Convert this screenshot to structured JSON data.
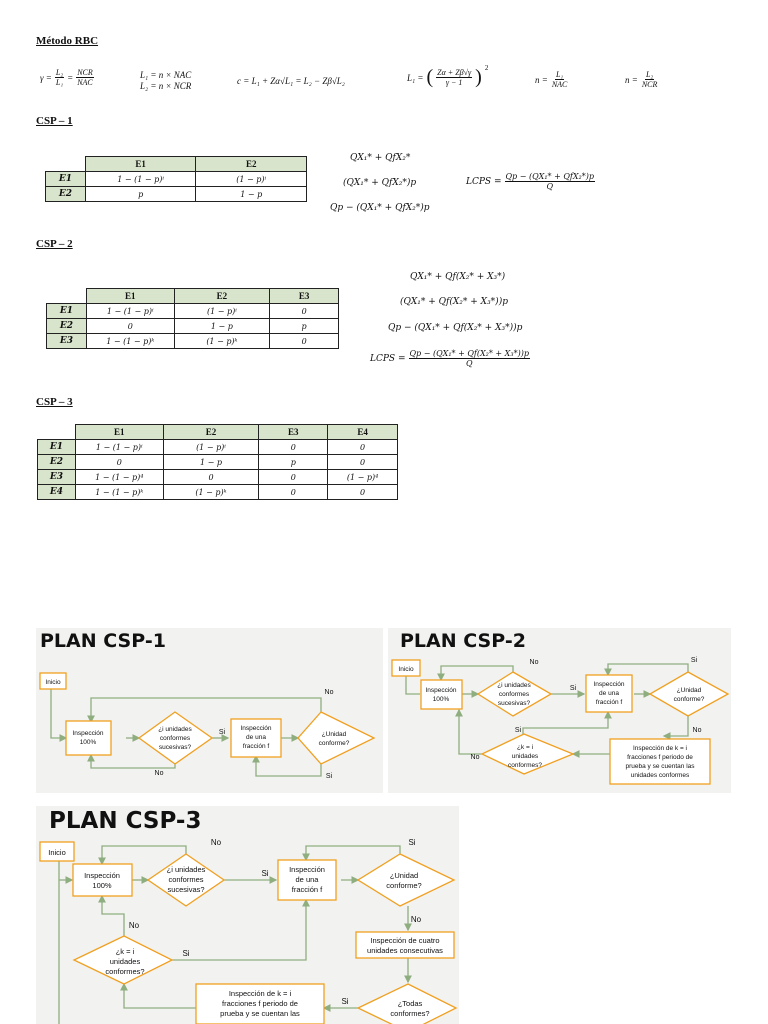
{
  "rbc": {
    "title": "Método RBC",
    "f1_lhs": "γ =",
    "f1_a_num": "L₂",
    "f1_a_den": "L₁",
    "f1_eq": "=",
    "f1_b_num": "NCR",
    "f1_b_den": "NAC",
    "f2_l1": "L₁ = n × NAC",
    "f2_l2": "L₂ = n × NCR",
    "f3": "c = L₁ + Zα√L₁ = L₂ − Zβ√L₂",
    "f4_lhs": "L₁ =",
    "f4_num": "Zα + Zβ√γ",
    "f4_den": "γ − 1",
    "f4_exp": "2",
    "f5_lhs": "n =",
    "f5_num": "L₁",
    "f5_den": "NAC",
    "f6_lhs": "n =",
    "f6_num": "L₂",
    "f6_den": "NCR"
  },
  "csp1": {
    "title": "CSP – 1",
    "cols": [
      "E1",
      "E2"
    ],
    "rows": [
      {
        "h": "E1",
        "c": [
          "1 − (1 − p)ⁱ",
          "(1 − p)ⁱ"
        ]
      },
      {
        "h": "E2",
        "c": [
          "p",
          "1 − p"
        ]
      }
    ],
    "eq1": "QX₁* + QfX₂*",
    "eq2": "(QX₁* + QfX₂*)p",
    "eq3": "Qp − (QX₁* + QfX₂*)p",
    "lcps_lhs": "LCPS =",
    "lcps_num": "Qp − (QX₁* + QfX₂*)p",
    "lcps_den": "Q"
  },
  "csp2": {
    "title": "CSP – 2",
    "cols": [
      "E1",
      "E2",
      "E3"
    ],
    "rows": [
      {
        "h": "E1",
        "c": [
          "1 − (1 − p)ⁱ",
          "(1 − p)ⁱ",
          "0"
        ]
      },
      {
        "h": "E2",
        "c": [
          "0",
          "1 − p",
          "p"
        ]
      },
      {
        "h": "E3",
        "c": [
          "1 − (1 − p)ᵏ",
          "(1 − p)ᵏ",
          "0"
        ]
      }
    ],
    "eq1": "QX₁* + Qf(X₂* + X₃*)",
    "eq2": "(QX₁* + Qf(X₂* + X₃*))p",
    "eq3": "Qp − (QX₁* + Qf(X₂* + X₃*))p",
    "lcps_lhs": "LCPS =",
    "lcps_num": "Qp − (QX₁* + Qf(X₂* + X₃*))p",
    "lcps_den": "Q"
  },
  "csp3": {
    "title": "CSP – 3",
    "cols": [
      "E1",
      "E2",
      "E3",
      "E4"
    ],
    "rows": [
      {
        "h": "E1",
        "c": [
          "1 − (1 − p)ⁱ",
          "(1 − p)ⁱ",
          "0",
          "0"
        ]
      },
      {
        "h": "E2",
        "c": [
          "0",
          "1 − p",
          "p",
          "0"
        ]
      },
      {
        "h": "E3",
        "c": [
          "1 − (1 − p)⁴",
          "0",
          "0",
          "(1 − p)⁴"
        ]
      },
      {
        "h": "E4",
        "c": [
          "1 − (1 − p)ᵏ",
          "(1 − p)ᵏ",
          "0",
          "0"
        ]
      }
    ]
  },
  "plan1": {
    "title": "PLAN CSP-1",
    "inicio": "Inicio",
    "insp100": [
      "Inspección",
      "100%"
    ],
    "dec1": [
      "¿i unidades",
      "conformes",
      "sucesivas?"
    ],
    "inspf": [
      "Inspección",
      "de una",
      "fracción f"
    ],
    "dec2": [
      "¿Unidad",
      "conforme?"
    ],
    "no_top": "No",
    "si_mid": "Si",
    "no_bottom": "No",
    "si_bottom": "Si"
  },
  "plan2": {
    "title": "PLAN CSP-2",
    "inicio": "Inicio",
    "insp100": [
      "Inspección",
      "100%"
    ],
    "dec1": [
      "¿i unidades",
      "conformes",
      "sucesivas?"
    ],
    "inspf": [
      "Inspección",
      "de una",
      "fracción f"
    ],
    "dec2": [
      "¿Unidad",
      "conforme?"
    ],
    "dec3": [
      "¿k = i",
      "unidades",
      "conformes?"
    ],
    "inspk": [
      "Inspección de k = i",
      "fracciones f periodo de",
      "prueba y se cuentan las",
      "unidades conformes"
    ],
    "no_top": "No",
    "si_top": "Si",
    "si_mid": "Si",
    "no_right": "No",
    "si_low": "Si",
    "no_low": "No"
  },
  "plan3": {
    "title": "PLAN CSP-3",
    "inicio": "Inicio",
    "insp100": [
      "Inspección",
      "100%"
    ],
    "dec1": [
      "¿i unidades",
      "conformes",
      "sucesivas?"
    ],
    "inspf": [
      "Inspección",
      "de una",
      "fracción f"
    ],
    "dec2": [
      "¿Unidad",
      "conforme?"
    ],
    "insp4": [
      "Inspección de cuatro",
      "unidades consecutivas"
    ],
    "dec3": [
      "¿k = i",
      "unidades",
      "conformes?"
    ],
    "inspk": [
      "Inspección de k = i",
      "fracciones f periodo de",
      "prueba y se cuentan las"
    ],
    "dec4": [
      "¿Todas",
      "conformes?"
    ],
    "no_top": "No",
    "si_top": "Si",
    "si_mid": "Si",
    "no_right": "No",
    "no_left": "No",
    "si_dec3": "Si",
    "si_low": "Si"
  },
  "colors": {
    "box_border": "#f0a020",
    "arrow": "#8fae80",
    "header_fill": "#d8e4cc"
  }
}
